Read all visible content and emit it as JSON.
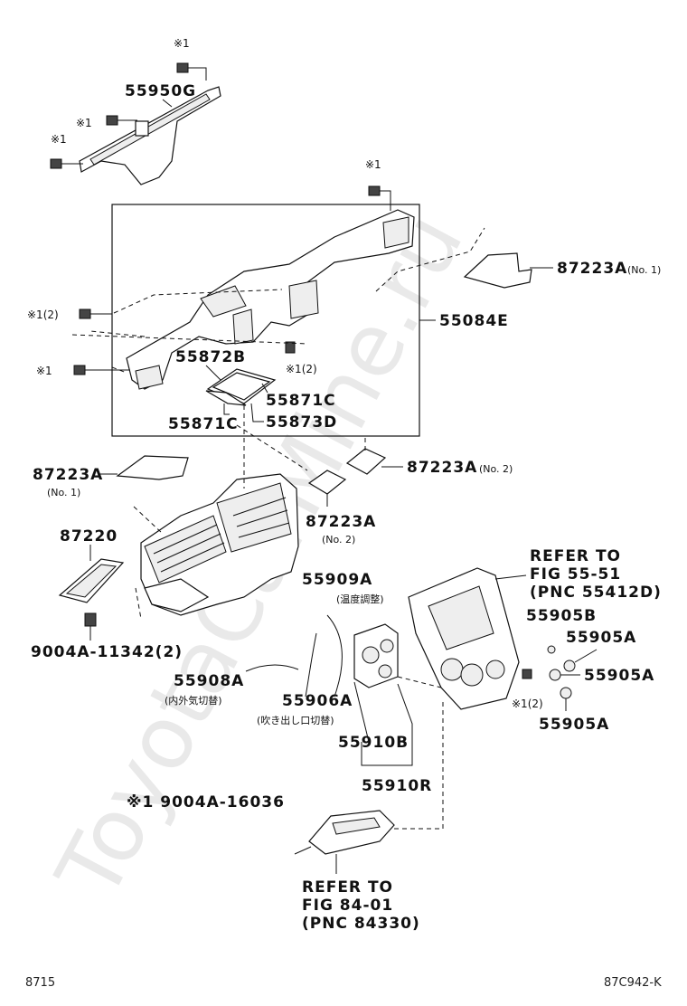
{
  "watermark": "ToyotaCarMine.ru",
  "labels": {
    "p55950G": "55950G",
    "p55084E": "55084E",
    "p87223A_1": "87223A",
    "p87223A_1_note": "(No. 1)",
    "p55872B": "55872B",
    "p55871C_a": "55871C",
    "p55871C_b": "55871C",
    "p55873D": "55873D",
    "p87223A_2": "87223A",
    "p87223A_2_note": "(No. 2)",
    "p87223A_left": "87223A",
    "p87223A_left_note": "(No. 1)",
    "p87223A_center": "87223A",
    "p87223A_center_note": "(No. 2)",
    "p87220": "87220",
    "p9004A_11342": "9004A-11342(2)",
    "p55909A": "55909A",
    "p55909A_note": "(温度調整)",
    "p55908A": "55908A",
    "p55908A_note": "(内外気切替)",
    "p55906A": "55906A",
    "p55906A_note": "(吹き出し口切替)",
    "p55910B": "55910B",
    "p55910R": "55910R",
    "p55905B": "55905B",
    "p55905A_1": "55905A",
    "p55905A_2": "55905A",
    "p55905A_3": "55905A",
    "refer1_line1": "REFER TO",
    "refer1_line2": "FIG 55-51",
    "refer1_line3": "(PNC 55412D)",
    "refer2_line1": "REFER TO",
    "refer2_line2": "FIG 84-01",
    "refer2_line3": "(PNC 84330)",
    "legend": "※1 9004A-16036"
  },
  "callouts": {
    "c1_top": "※1",
    "c1_mid": "※1",
    "c1_left": "※1",
    "c1_duct": "※1",
    "c1_2_left": "※1(2)",
    "c1_2_center": "※1(2)",
    "c1_left_low": "※1",
    "c1_2_panel": "※1(2)"
  },
  "footer": {
    "left": "8715",
    "right": "87C942-K"
  }
}
